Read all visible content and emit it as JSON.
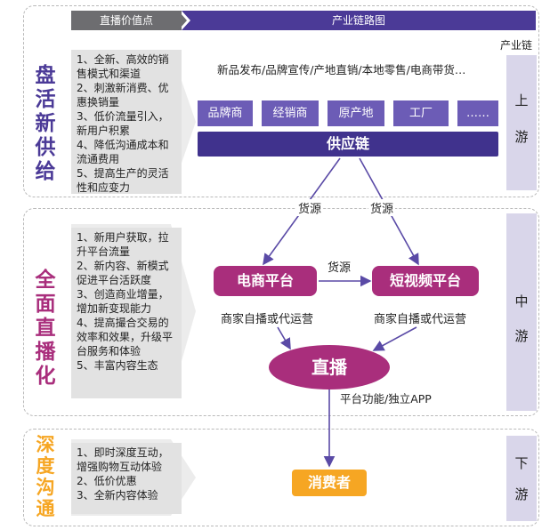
{
  "header": {
    "left": "直播价值点",
    "right": "产业链路图",
    "chain_label": "产业链"
  },
  "sections": [
    {
      "title": [
        "盘",
        "活",
        "新",
        "供",
        "给"
      ],
      "points": [
        "1、全新、高效的销售模式和渠道",
        "2、刺激新消费、优惠换销量",
        "3、低价流量引入，新用户积累",
        "4、降低沟通成本和流通费用",
        "5、提高生产的灵活性和应变力"
      ],
      "stage": [
        "上",
        "游"
      ]
    },
    {
      "title": [
        "全",
        "面",
        "直",
        "播",
        "化"
      ],
      "points": [
        "1、新用户获取，拉升平台流量",
        "2、新内容、新模式促进平台活跃度",
        "3、创造商业增量，增加新变现能力",
        "4、提高撮合交易的效率和效果，升级平台服务和体验",
        "5、丰富内容生态"
      ],
      "stage": [
        "中",
        "游"
      ]
    },
    {
      "title": [
        "深",
        "度",
        "沟",
        "通"
      ],
      "points": [
        "1、即时深度互动，增强购物互动体验",
        "2、低价优惠",
        "3、全新内容体验"
      ],
      "stage": [
        "下",
        "游"
      ]
    }
  ],
  "diagram": {
    "upstream_caption": "新品发布/品牌宣传/产地直销/本地零售/电商带货…",
    "chips": [
      "品牌商",
      "经销商",
      "原产地",
      "工厂",
      "……"
    ],
    "supply_chain": "供应链",
    "goods_source": "货源",
    "ecommerce": "电商平台",
    "short_video": "短视频平台",
    "merchant_ops": "商家自播或代运营",
    "live": "直播",
    "platform_app": "平台功能/独立APP",
    "consumer": "消费者"
  },
  "colors": {
    "title_purple": "#4b3a97",
    "title_magenta": "#a92e7c",
    "title_orange": "#f6a623",
    "header_gray": "#6d6d70",
    "header_purple": "#4b3a97",
    "chip": "#6c5cb6",
    "supply": "#40328d",
    "platform": "#a92e7c",
    "consumer": "#f6a623",
    "stage_col": "#d9d6ea"
  }
}
